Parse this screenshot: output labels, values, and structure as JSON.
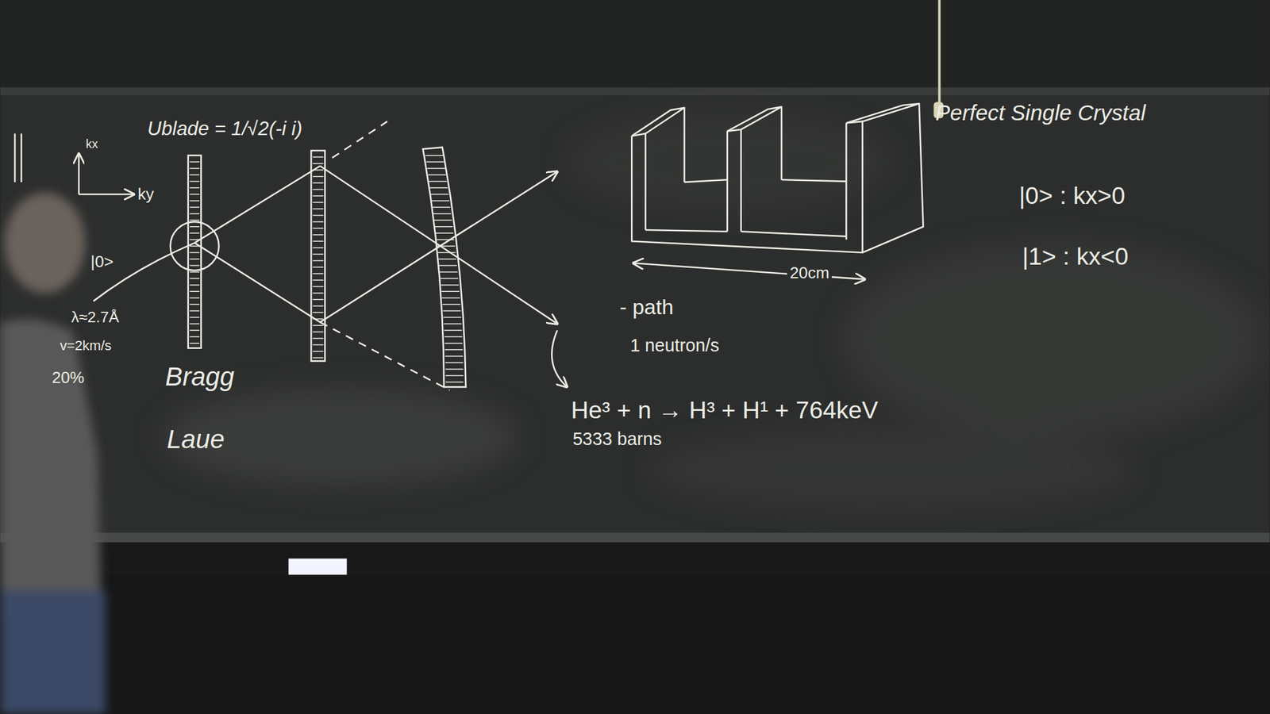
{
  "diagram": {
    "labels": [
      "Ublade = 1/√2(-i i)",
      "kx",
      "ky",
      "|0>",
      "λ≈2.7Å",
      "v=2km/s",
      "20%",
      "Bragg",
      "Laue",
      "20cm",
      "- path",
      "1 neutron/s",
      "He³ + n → H³ + H¹ + 764keV",
      "5333 barns",
      "Perfect Single Crystal",
      "|0> : kx>0",
      "|1> : kx<0"
    ]
  }
}
